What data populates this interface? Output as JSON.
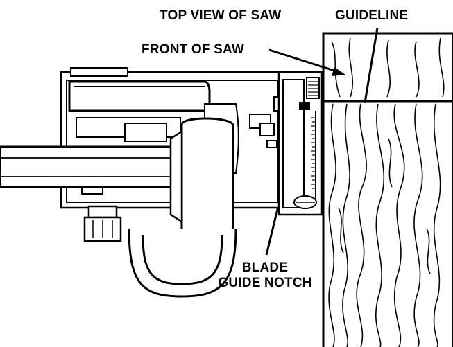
{
  "labels": {
    "top_view": "TOP VIEW OF SAW",
    "guideline": "GUIDELINE",
    "front_of_saw": "FRONT OF SAW",
    "blade_line1": "BLADE",
    "blade_line2": "GUIDE NOTCH"
  },
  "colors": {
    "ink": "#000000",
    "paper": "#ffffff"
  }
}
